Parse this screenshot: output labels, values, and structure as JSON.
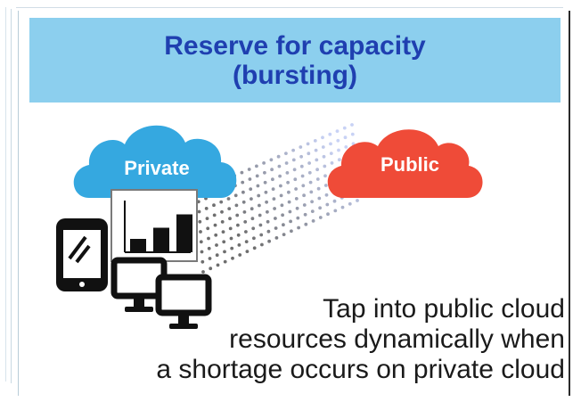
{
  "header": {
    "title": "Reserve for capacity\n(bursting)"
  },
  "private_cloud": {
    "label": "Private",
    "color": "#35a8e0"
  },
  "public_cloud": {
    "label": "Public",
    "color": "#ef4b38"
  },
  "caption": "Tap into public cloud\nresources dynamically when\na shortage occurs on private cloud",
  "chart_icon": {
    "bars": [
      0.3,
      0.55,
      0.85
    ]
  }
}
